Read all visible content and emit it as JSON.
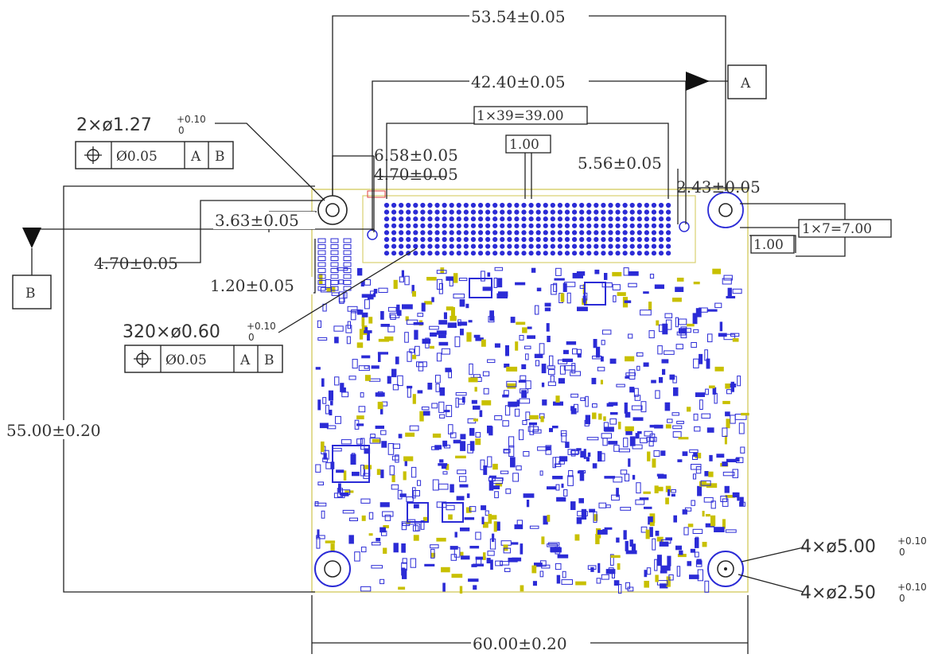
{
  "colors": {
    "line": "#222222",
    "board_outline": "#d8d070",
    "pad_blue": "#2b2bd6",
    "pad_yellow": "#c8c000",
    "text": "#333333"
  },
  "dimensions": {
    "overall_width_top": "53.54±0.05",
    "ref_42_40": "42.40±0.05",
    "pitch_x": "1×39=39.00",
    "pitch_pad": "1.00",
    "d_658": "6.58±0.05",
    "d_470_top": "4.70±0.05",
    "d_556": "5.56±0.05",
    "d_243": "2.43±0.05",
    "d_363": "3.63±0.05",
    "d_470_left": "4.70±0.05",
    "d_120": "1.20±0.05",
    "pitch_y": "1×7=7.00",
    "pitch_y_pad": "1.00",
    "height": "55.00±0.20",
    "width": "60.00±0.20"
  },
  "holes": {
    "locating_callout": "2×ø1.27",
    "locating_tol_upper": "+0.10",
    "locating_tol_lower": "0",
    "bga_callout": "320×ø0.60",
    "bga_tol_upper": "+0.10",
    "bga_tol_lower": "0",
    "mount_outer": "4×ø5.00",
    "mount_outer_tol_upper": "+0.10",
    "mount_outer_tol_lower": "0",
    "mount_inner": "4×ø2.50",
    "mount_inner_tol_upper": "+0.10",
    "mount_inner_tol_lower": "0"
  },
  "fcf_1": {
    "symbol": "⌖",
    "tolerance": "Ø0.05",
    "datum1": "A",
    "datum2": "B"
  },
  "fcf_2": {
    "symbol": "⌖",
    "tolerance": "Ø0.05",
    "datum1": "A",
    "datum2": "B"
  },
  "datums": {
    "a": "A",
    "b": "B"
  }
}
